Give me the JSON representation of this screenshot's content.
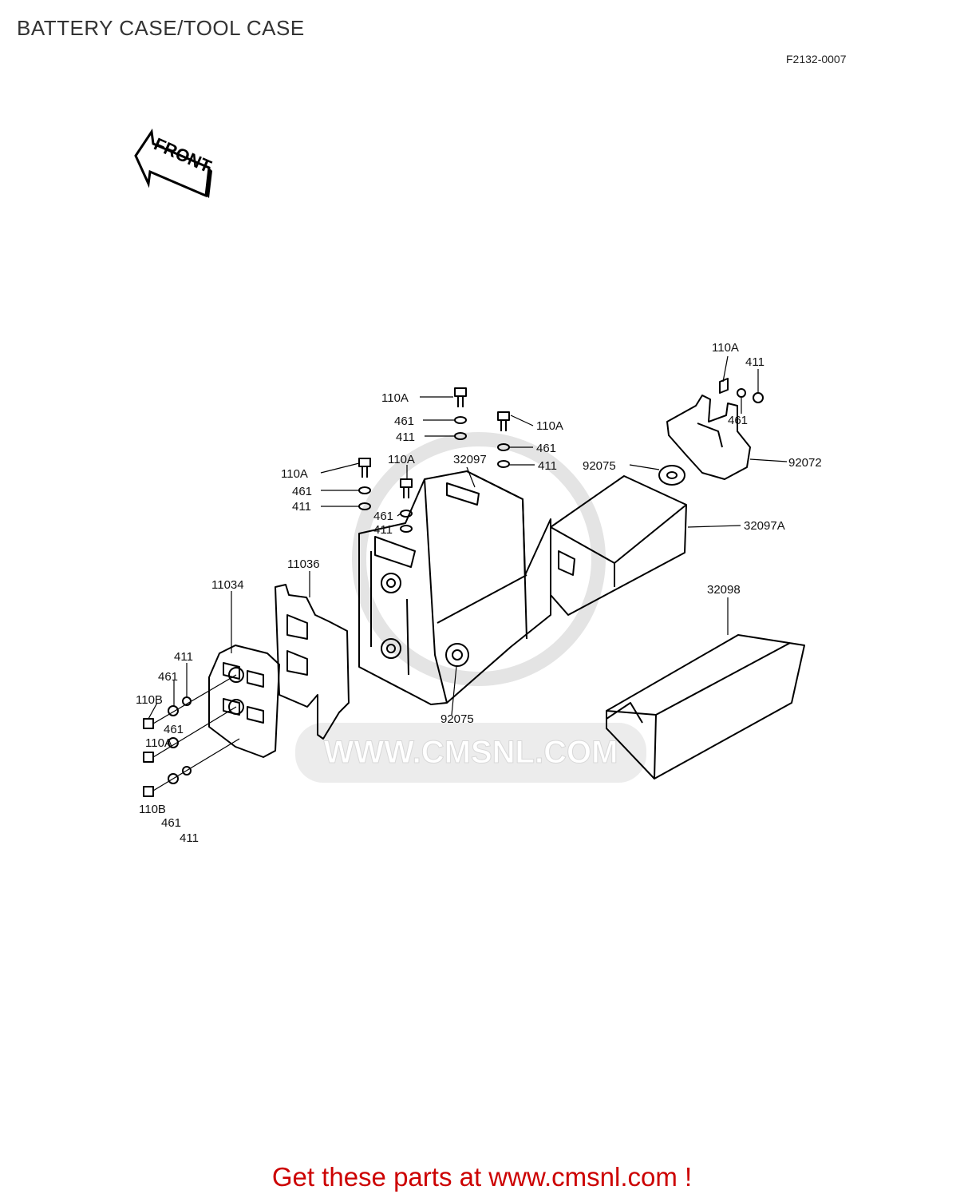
{
  "header": {
    "title": "BATTERY CASE/TOOL CASE",
    "figure_code": "F2132-0007"
  },
  "diagram": {
    "direction_marker": "FRONT",
    "watermark": "WWW.CMSNL.COM",
    "line_color": "#000000",
    "watermark_color": "#e4e4e4",
    "labels": {
      "l1": "110A",
      "l2": "411",
      "l3": "461",
      "l4": "92072",
      "l5": "110A",
      "l6": "461",
      "l7": "411",
      "l8": "110A",
      "l9": "461",
      "l10": "411",
      "l11": "110A",
      "l12": "461",
      "l13": "411",
      "l14": "110A",
      "l15": "461",
      "l16": "411",
      "l17": "32097",
      "l18": "92075",
      "l19": "32097A",
      "l20": "32098",
      "l21": "11036",
      "l22": "11034",
      "l23": "411",
      "l24": "461",
      "l25": "110B",
      "l26": "461",
      "l27": "110A",
      "l28": "110B",
      "l29": "461",
      "l30": "411",
      "l31": "92075"
    }
  },
  "footer": {
    "cta_text": "Get these parts at www.cmsnl.com !",
    "cta_color": "#cc0000"
  }
}
